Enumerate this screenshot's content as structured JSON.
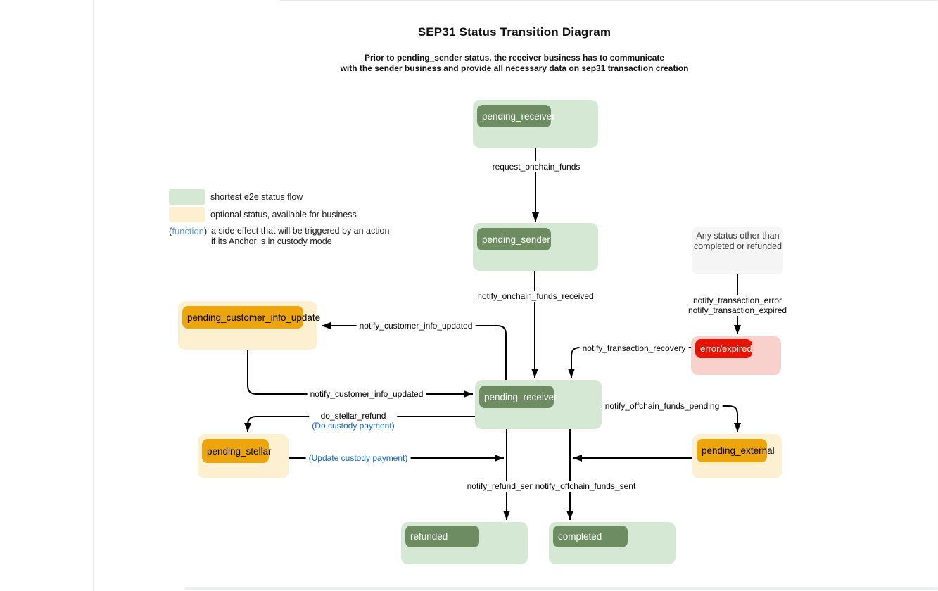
{
  "header": {
    "title": "SEP31 Status Transition Diagram",
    "subtitle_line1": "Prior to pending_sender status, the receiver business has to communicate",
    "subtitle_line2": "with the sender business and provide all necessary data on sep31 transaction creation"
  },
  "legend": {
    "green_label": "shortest e2e status flow",
    "yellow_label": "optional status, available for business",
    "function_open": "(",
    "function_word": "function",
    "function_close": ")",
    "function_desc_line1": "a side effect that will be triggered by an action",
    "function_desc_line2": "if its Anchor is in custody mode"
  },
  "nodes": {
    "pending_receiver_top": "pending_receiver",
    "pending_sender": "pending_sender",
    "any_status_note_line1": "Any status other than",
    "any_status_note_line2": "completed or refunded",
    "error_expired": "error/expired",
    "pending_customer_info_update": "pending_customer_info_update",
    "pending_receiver_mid": "pending_receiver",
    "pending_stellar": "pending_stellar",
    "pending_external": "pending_external",
    "refunded": "refunded",
    "completed": "completed"
  },
  "edges": {
    "request_onchain_funds": "request_onchain_funds",
    "notify_onchain_funds_received": "notify_onchain_funds_received",
    "notify_transaction_error": "notify_transaction_error",
    "notify_transaction_expired": "notify_transaction_expired",
    "notify_transaction_recovery": "notify_transaction_recovery",
    "notify_customer_info_updated_top": "notify_customer_info_updated",
    "notify_customer_info_updated_bottom": "notify_customer_info_updated",
    "notify_offchain_funds_pending": "notify_offchain_funds_pending",
    "do_stellar_refund": "do_stellar_refund",
    "do_custody_payment": "(Do custody payment)",
    "update_custody_payment": "(Update custody payment)",
    "notify_refund_sent": "notify_refund_sent",
    "notify_offchain_funds_sent": "notify_offchain_funds_sent"
  },
  "colors": {
    "shortest_flow_fill": "#d5e8d4",
    "shortest_flow_chip": "#6e8c62",
    "optional_fill": "#fdf0d0",
    "optional_chip": "#eda50e",
    "error_fill": "#f8d1cd",
    "error_chip": "#e61404",
    "note_fill": "#f5f5f5",
    "side_effect_blue": "#0d64d2",
    "legend_function_blue": "#5ea2e0"
  }
}
